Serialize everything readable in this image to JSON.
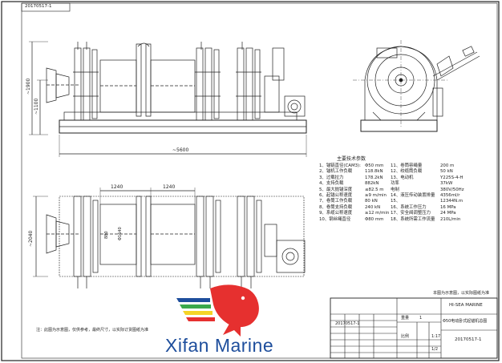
{
  "sheet_number_top": "20170517-1",
  "dimensions": {
    "height_total": "~1900",
    "height_mid": "~1100",
    "length_total": "~5600",
    "width_total": "~2040",
    "drum_len_a": "1240",
    "drum_len_b": "1240",
    "drum_dia": "Φ1640",
    "drum_dia2": "880"
  },
  "spec_title": "主要技术参数",
  "specs_left": [
    {
      "label": "1、锚链直径(CAM3):",
      "value": "Φ50 mm"
    },
    {
      "label": "2、锚机工作负载",
      "value": "118.8kN"
    },
    {
      "label": "3、过载拉力",
      "value": "178.2kN"
    },
    {
      "label": "4、支持负载",
      "value": "882kN"
    },
    {
      "label": "5、最大抛锚深度",
      "value": "≤82.5 m"
    },
    {
      "label": "6、起锚公称速度",
      "value": "≥9 m/min"
    },
    {
      "label": "7、卷筒工作负载",
      "value": "80 kN"
    },
    {
      "label": "8、卷筒支持负载",
      "value": "240 kN"
    },
    {
      "label": "9、系缆公称速度",
      "value": "≥12 m/min"
    },
    {
      "label": "10、钢丝绳直径",
      "value": "Φ80 mm"
    }
  ],
  "specs_right": [
    {
      "label": "11、卷筒容绳量",
      "value": "200 m"
    },
    {
      "label": "12、绞缆筒负载",
      "value": "50 kN"
    },
    {
      "label": "13、电动机",
      "value": "Y225S-4-H"
    },
    {
      "label": "功率",
      "value": "37kW"
    },
    {
      "label": "电制",
      "value": "380V/50Hz"
    },
    {
      "label": "14、液压传动装置排量",
      "value": "4356ml/r"
    },
    {
      "label": "15、",
      "value": "12344N.m"
    },
    {
      "label": "16、系统工作压力",
      "value": "16 MPa"
    },
    {
      "label": "17、安全阀调整压力",
      "value": "24 MPa"
    },
    {
      "label": "18、系统所需工作流量",
      "value": "210L/min"
    }
  ],
  "note": "注：此图为示意图，仅供参考，最终尺寸，以实际订货图纸为准",
  "stamp_text": "本图为示意图，以实际图纸为准",
  "title_block": {
    "company": "HI-SEA MARINE",
    "title": "Φ50电动卧式起锚机总图",
    "drawing_number": "20170517-1",
    "drawing_number_ref": "20170517-1",
    "weight_label": "重量",
    "weight_value": "1",
    "scale_label": "比例",
    "scale_value": "1:17",
    "sheet_value": "1/2"
  },
  "brand": {
    "name": "Xifan Marine",
    "colors": {
      "red": "#e6302f",
      "blue": "#1e4e9c",
      "green": "#3aa84b",
      "yellow": "#f5d327"
    }
  }
}
